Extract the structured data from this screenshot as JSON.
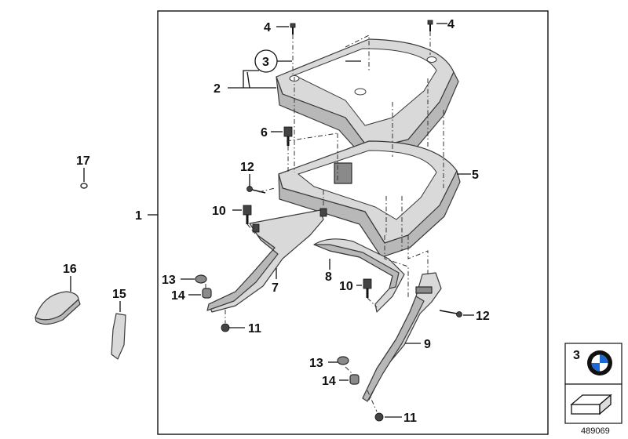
{
  "callouts": {
    "c1": "1",
    "c2": "2",
    "c3": "3",
    "c4a": "4",
    "c4b": "4",
    "c5": "5",
    "c6": "6",
    "c7": "7",
    "c8": "8",
    "c9": "9",
    "c10a": "10",
    "c10b": "10",
    "c11a": "11",
    "c11b": "11",
    "c12a": "12",
    "c12b": "12",
    "c13a": "13",
    "c13b": "13",
    "c14a": "14",
    "c14b": "14",
    "c15": "15",
    "c16": "16",
    "c17": "17"
  },
  "legend_box": {
    "number": "3"
  },
  "reference_number": "489069",
  "colors": {
    "line": "#111111",
    "part_fill": "#b8b8b8",
    "bmw_blue": "#1c69d4"
  },
  "icons": {
    "brand": "bmw-roundel-icon",
    "part_symbol": "bracket-symbol-icon"
  }
}
